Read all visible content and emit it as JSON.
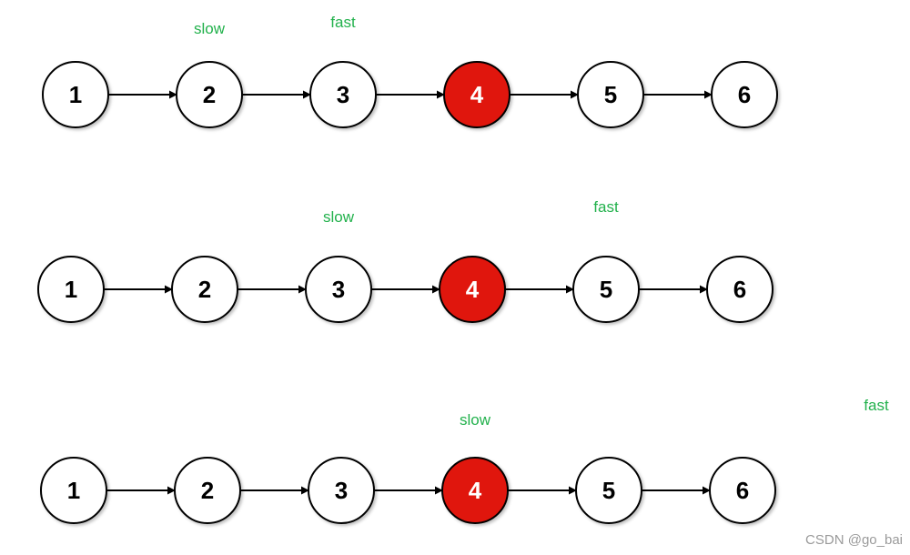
{
  "colors": {
    "node_fill": "#ffffff",
    "highlight_fill": "#e0140b",
    "node_text": "#000000",
    "highlight_text": "#ffffff",
    "pointer_text": "#22b14c"
  },
  "rows": [
    {
      "nodes": [
        "1",
        "2",
        "3",
        "4",
        "5",
        "6"
      ],
      "highlight_index": 3,
      "pointers": [
        {
          "label": "slow",
          "position": 1
        },
        {
          "label": "fast",
          "position": 2
        }
      ]
    },
    {
      "nodes": [
        "1",
        "2",
        "3",
        "4",
        "5",
        "6"
      ],
      "highlight_index": 3,
      "pointers": [
        {
          "label": "slow",
          "position": 2
        },
        {
          "label": "fast",
          "position": 4
        }
      ]
    },
    {
      "nodes": [
        "1",
        "2",
        "3",
        "4",
        "5",
        "6"
      ],
      "highlight_index": 3,
      "pointers": [
        {
          "label": "slow",
          "position": 3
        },
        {
          "label": "fast",
          "position": 6
        }
      ]
    }
  ],
  "watermark": "CSDN @go_bai"
}
